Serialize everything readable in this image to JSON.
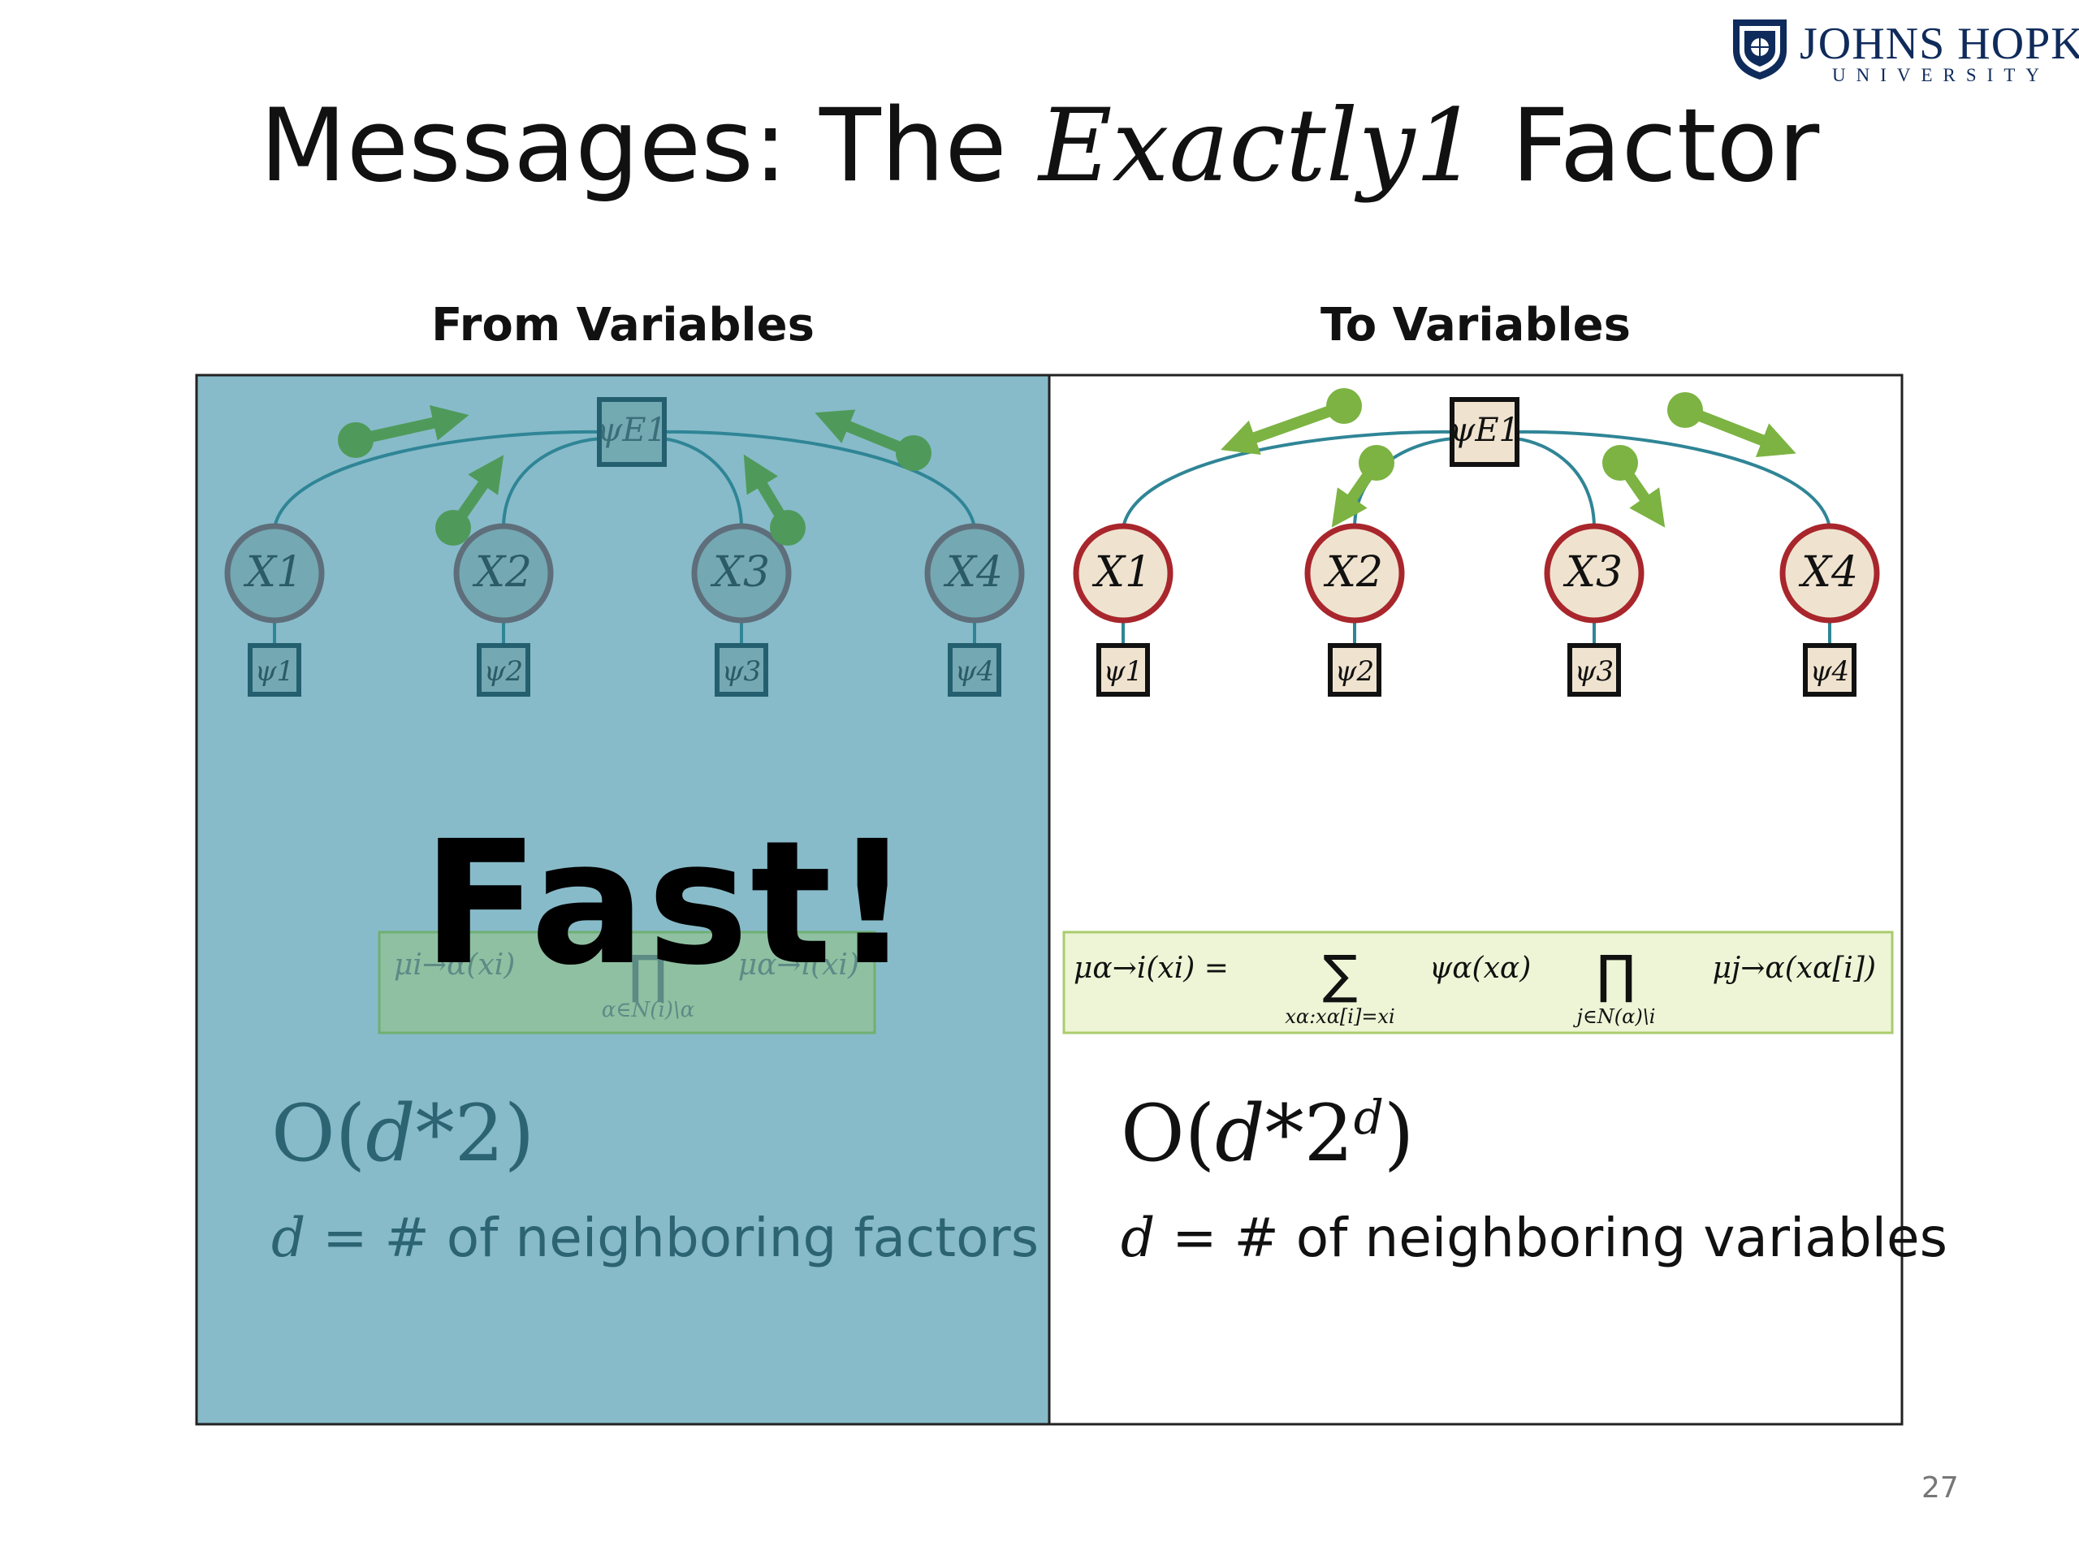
{
  "logo": {
    "name": "JOHNS HOPKINS",
    "subtitle": "UNIVERSITY"
  },
  "title": {
    "prefix": "Messages: The ",
    "italic": "Exactly1",
    "suffix": " Factor"
  },
  "panels": {
    "left": {
      "heading": "From Variables",
      "overlay_text": "Fast!",
      "formula": {
        "lhs": "μi→α(xi)",
        "rhs": "μα→i(xi)",
        "operator": "∏",
        "subscript": "α∈N(i)\\α"
      },
      "cost": {
        "prefix": "O(",
        "var": "d",
        "rest": "*2)"
      },
      "definition": {
        "var": "d",
        "text": " = # of neighboring factors"
      }
    },
    "right": {
      "heading": "To Variables",
      "formula": {
        "lhs": "μα→i(xi) =",
        "sum": "∑",
        "sum_sub": "xα:xα[i]=xi",
        "potential": "ψα(xα)",
        "prod": "∏",
        "prod_sub": "j∈N(α)\\i",
        "message": "μj→α(xα[i])"
      },
      "cost": {
        "prefix": "O(",
        "var": "d",
        "rest": "*2",
        "sup": "d",
        "suffix": ")"
      },
      "definition": {
        "var": "d",
        "text": " = # of neighboring variables"
      }
    }
  },
  "factor_label": "ψE1",
  "variables": [
    "X1",
    "X2",
    "X3",
    "X4"
  ],
  "unary_factors": [
    "ψ1",
    "ψ2",
    "ψ3",
    "ψ4"
  ],
  "colors": {
    "left_panel_bg": "#87bbc9",
    "edge": "#2f8596",
    "arrow": "#7cb342",
    "variable_border_right": "#a8262c",
    "variable_fill": "#efe3cf",
    "formula_bg": "#eef5d6",
    "formula_border": "#a9cc6d"
  },
  "page_number": "27"
}
